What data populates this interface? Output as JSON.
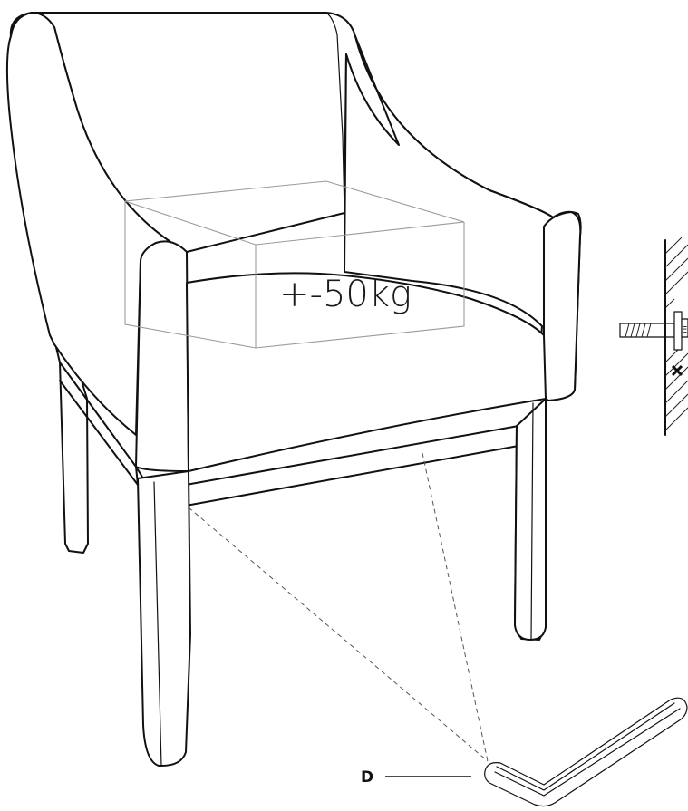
{
  "diagram": {
    "weight_label": "+-50kg",
    "part_label": "D",
    "detail_label": "E"
  }
}
